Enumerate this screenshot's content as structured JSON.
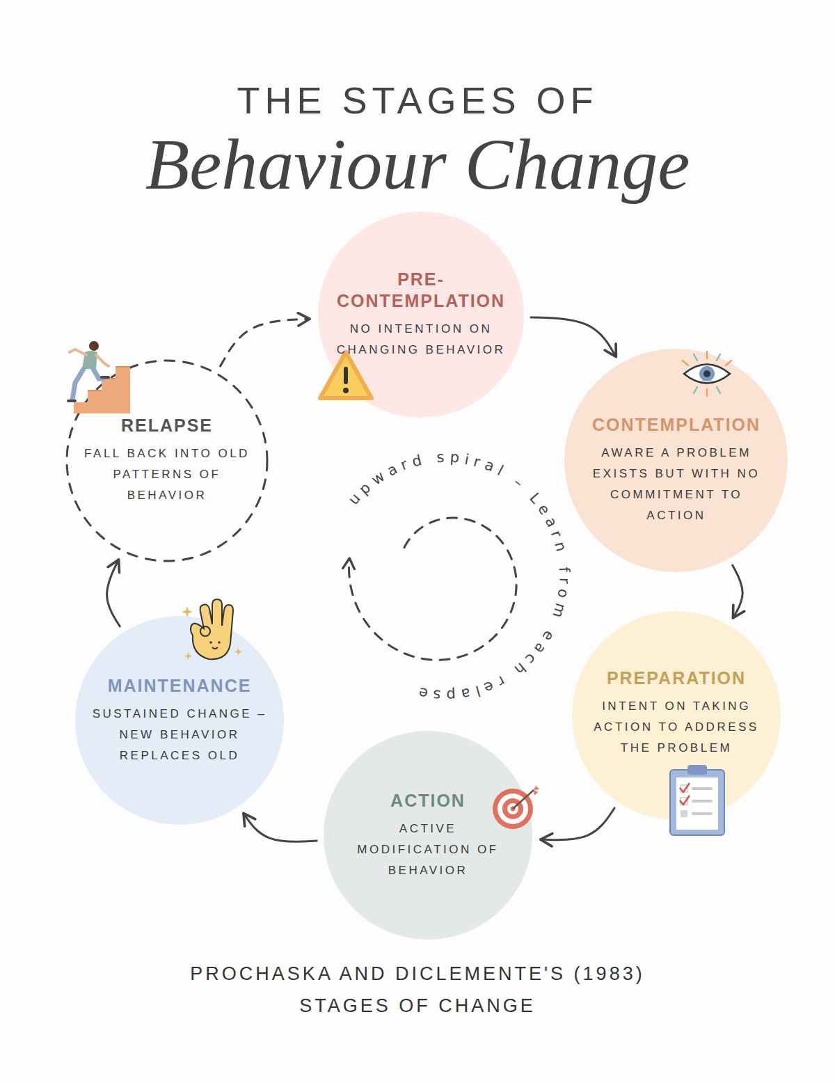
{
  "diagram": {
    "title": "Behaviour Change",
    "caption": "PROCHASKA AND DICLEMENTE'S (1983) STAGES OF CHANGE",
    "nodes": [
      {
        "text": [
          "PRE- CONTEMPLATION",
          "NO INTENTION ON CHANGING BEHAVIOR"
        ]
      },
      {
        "text": [
          "CONTEMPLATION",
          "AWARE A PROBLEM EXISTS BUT WITH NO COMMITMENT TO ACTION"
        ]
      },
      {
        "text": [
          "PREPARATION",
          "INTENT ON TAKING ACTION TO ADDRESS THE PROBLEM"
        ]
      },
      {
        "text": [
          "ACTION",
          "ACTIVE MODIFICATION OF BEHAVIOR"
        ]
      },
      {
        "text": [
          "MAINTENANCE",
          "SUSTAINED CHANGE – NEW BEHAVIOR REPLACES OLD"
        ]
      },
      {
        "text": [
          "RELAPSE",
          "FALL BACK INTO OLD PATTERNS OF BEHAVIOR"
        ]
      }
    ],
    "edges": [
      {
        "from": 0,
        "to": 1,
        "arrow": "to"
      },
      {
        "from": 1,
        "to": 2,
        "arrow": "to"
      },
      {
        "from": 2,
        "to": 3,
        "arrow": "to"
      },
      {
        "from": 3,
        "to": 4,
        "arrow": "to"
      },
      {
        "from": 4,
        "to": 5,
        "arrow": "to"
      },
      {
        "from": 5,
        "to": 0,
        "arrow": "to"
      }
    ],
    "labels": [
      "THE STAGES OF",
      "upward spiral – Learn from each relapse"
    ]
  }
}
